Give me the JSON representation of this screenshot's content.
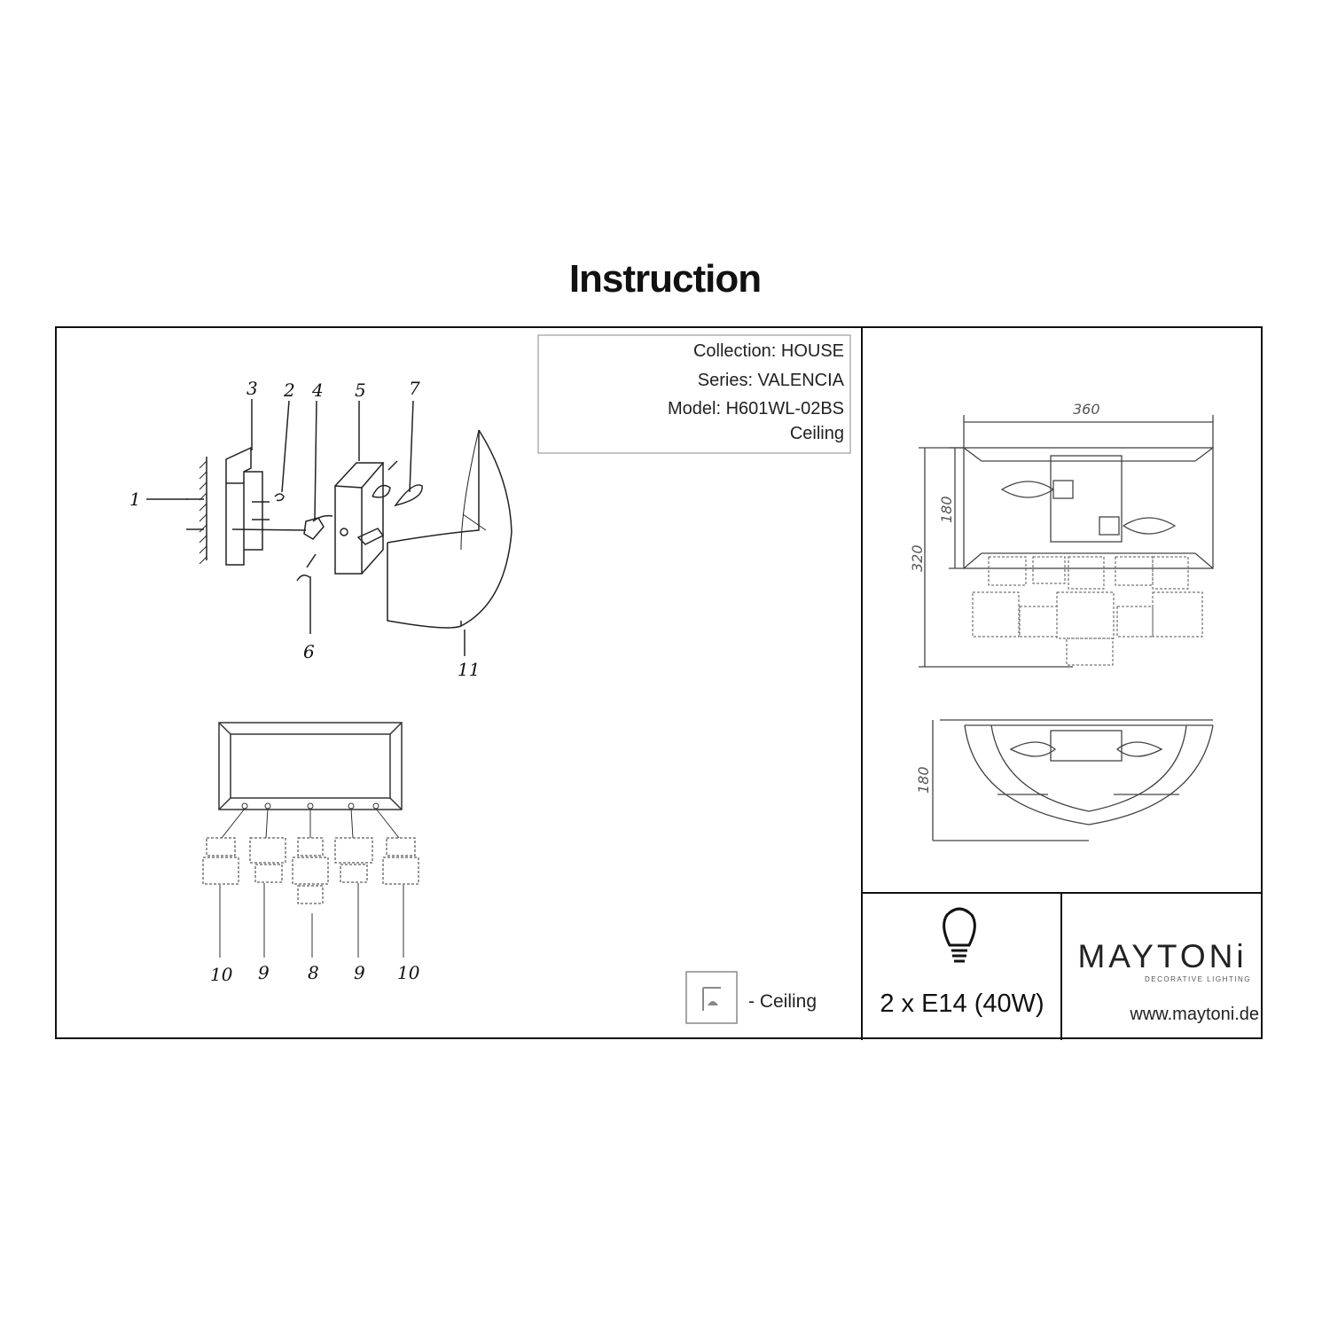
{
  "title": "Instruction",
  "info": {
    "collection": "Collection: HOUSE",
    "series": "Series: VALENCIA",
    "model": "Model: H601WL-02BS",
    "mount": "Ceiling"
  },
  "callouts": {
    "exploded": [
      "1",
      "2",
      "3",
      "4",
      "5",
      "6",
      "7",
      "11"
    ],
    "crystals": [
      "10",
      "9",
      "8",
      "9",
      "10"
    ]
  },
  "dimensions": {
    "width": "360",
    "top_height": "180",
    "total_height": "320",
    "side_depth": "180"
  },
  "legend": {
    "text": "- Ceiling",
    "icon": "ceiling-mount-icon"
  },
  "bulb": {
    "text": "2 x E14 (40W)",
    "icon": "light-bulb-icon"
  },
  "brand": {
    "name": "MAYTONi",
    "tagline": "DECORATIVE LIGHTING",
    "website": "www.maytoni.de"
  }
}
